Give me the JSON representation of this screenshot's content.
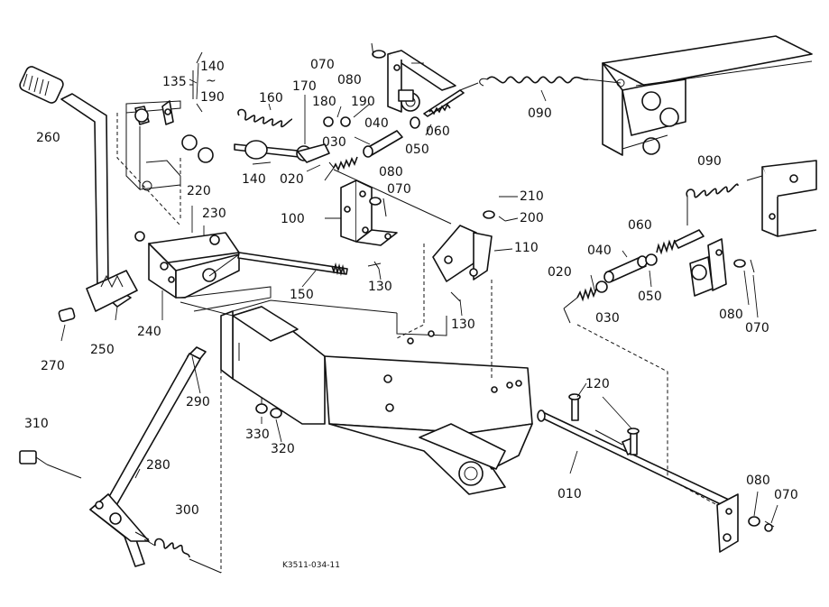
{
  "diagram": {
    "drawing_code": "K3511-034-11",
    "callouts": [
      {
        "id": "135",
        "text": "135"
      },
      {
        "id": "140a",
        "text": "140"
      },
      {
        "id": "range",
        "text": "~"
      },
      {
        "id": "190a",
        "text": "190"
      },
      {
        "id": "160",
        "text": "160"
      },
      {
        "id": "170",
        "text": "170"
      },
      {
        "id": "180",
        "text": "180"
      },
      {
        "id": "190",
        "text": "190"
      },
      {
        "id": "040a",
        "text": "040"
      },
      {
        "id": "030a",
        "text": "030"
      },
      {
        "id": "020a",
        "text": "020"
      },
      {
        "id": "140",
        "text": "140"
      },
      {
        "id": "070a",
        "text": "070"
      },
      {
        "id": "080a",
        "text": "080"
      },
      {
        "id": "060a",
        "text": "060"
      },
      {
        "id": "050a",
        "text": "050"
      },
      {
        "id": "090a",
        "text": "090"
      },
      {
        "id": "260",
        "text": "260"
      },
      {
        "id": "220",
        "text": "220"
      },
      {
        "id": "230",
        "text": "230"
      },
      {
        "id": "080b",
        "text": "080"
      },
      {
        "id": "070b",
        "text": "070"
      },
      {
        "id": "100",
        "text": "100"
      },
      {
        "id": "210",
        "text": "210"
      },
      {
        "id": "200",
        "text": "200"
      },
      {
        "id": "110",
        "text": "110"
      },
      {
        "id": "150",
        "text": "150"
      },
      {
        "id": "130a",
        "text": "130"
      },
      {
        "id": "130b",
        "text": "130"
      },
      {
        "id": "240",
        "text": "240"
      },
      {
        "id": "250",
        "text": "250"
      },
      {
        "id": "270",
        "text": "270"
      },
      {
        "id": "290",
        "text": "290"
      },
      {
        "id": "330",
        "text": "330"
      },
      {
        "id": "320",
        "text": "320"
      },
      {
        "id": "310",
        "text": "310"
      },
      {
        "id": "280",
        "text": "280"
      },
      {
        "id": "300",
        "text": "300"
      },
      {
        "id": "090b",
        "text": "090"
      },
      {
        "id": "060b",
        "text": "060"
      },
      {
        "id": "040b",
        "text": "040"
      },
      {
        "id": "020b",
        "text": "020"
      },
      {
        "id": "030b",
        "text": "030"
      },
      {
        "id": "050b",
        "text": "050"
      },
      {
        "id": "080c",
        "text": "080"
      },
      {
        "id": "070c",
        "text": "070"
      },
      {
        "id": "120",
        "text": "120"
      },
      {
        "id": "010",
        "text": "010"
      },
      {
        "id": "080d",
        "text": "080"
      },
      {
        "id": "070d",
        "text": "070"
      }
    ]
  }
}
